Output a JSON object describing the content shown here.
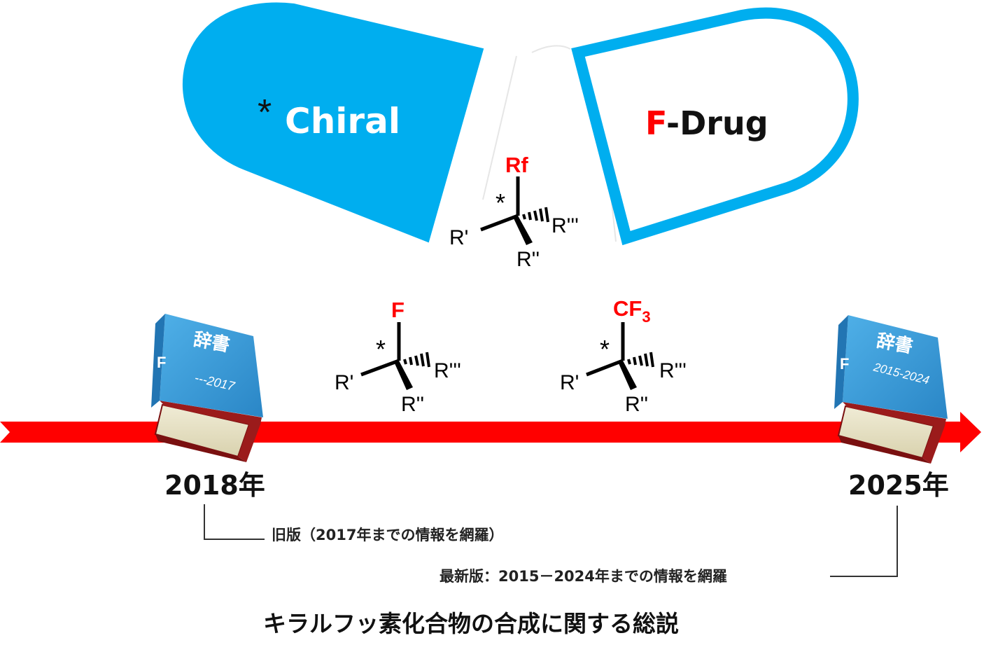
{
  "capsule": {
    "left_star": "*",
    "left_label": "Chiral",
    "right_label_f": "F",
    "right_label_rest": "-Drug"
  },
  "molecules": {
    "top": {
      "substituent": "Rf",
      "star": "*",
      "r1": "R'",
      "r2": "R''",
      "r3": "R'''"
    },
    "left": {
      "substituent": "F",
      "star": "*",
      "r1": "R'",
      "r2": "R''",
      "r3": "R'''"
    },
    "right": {
      "substituent": "CF",
      "substituent_sub": "3",
      "star": "*",
      "r1": "R'",
      "r2": "R''",
      "r3": "R'''"
    }
  },
  "books": {
    "old": {
      "spine": "F",
      "title": "辞書",
      "subtitle": "---2017"
    },
    "new": {
      "spine": "F",
      "title": "辞書",
      "subtitle": "2015-2024"
    }
  },
  "timeline": {
    "start_year": "2018年",
    "end_year": "2025年",
    "old_note": "旧版（2017年までの情報を網羅）",
    "new_note": "最新版：2015－2024年までの情報を網羅"
  },
  "caption": "キラルフッ素化合物の合成に関する総説",
  "colors": {
    "capsule_blue": "#00aeef",
    "accent_red": "#ff0000",
    "book_blue": "#3a9bd9",
    "book_red": "#9b1b1b",
    "page_cream": "#e9e4c9"
  }
}
